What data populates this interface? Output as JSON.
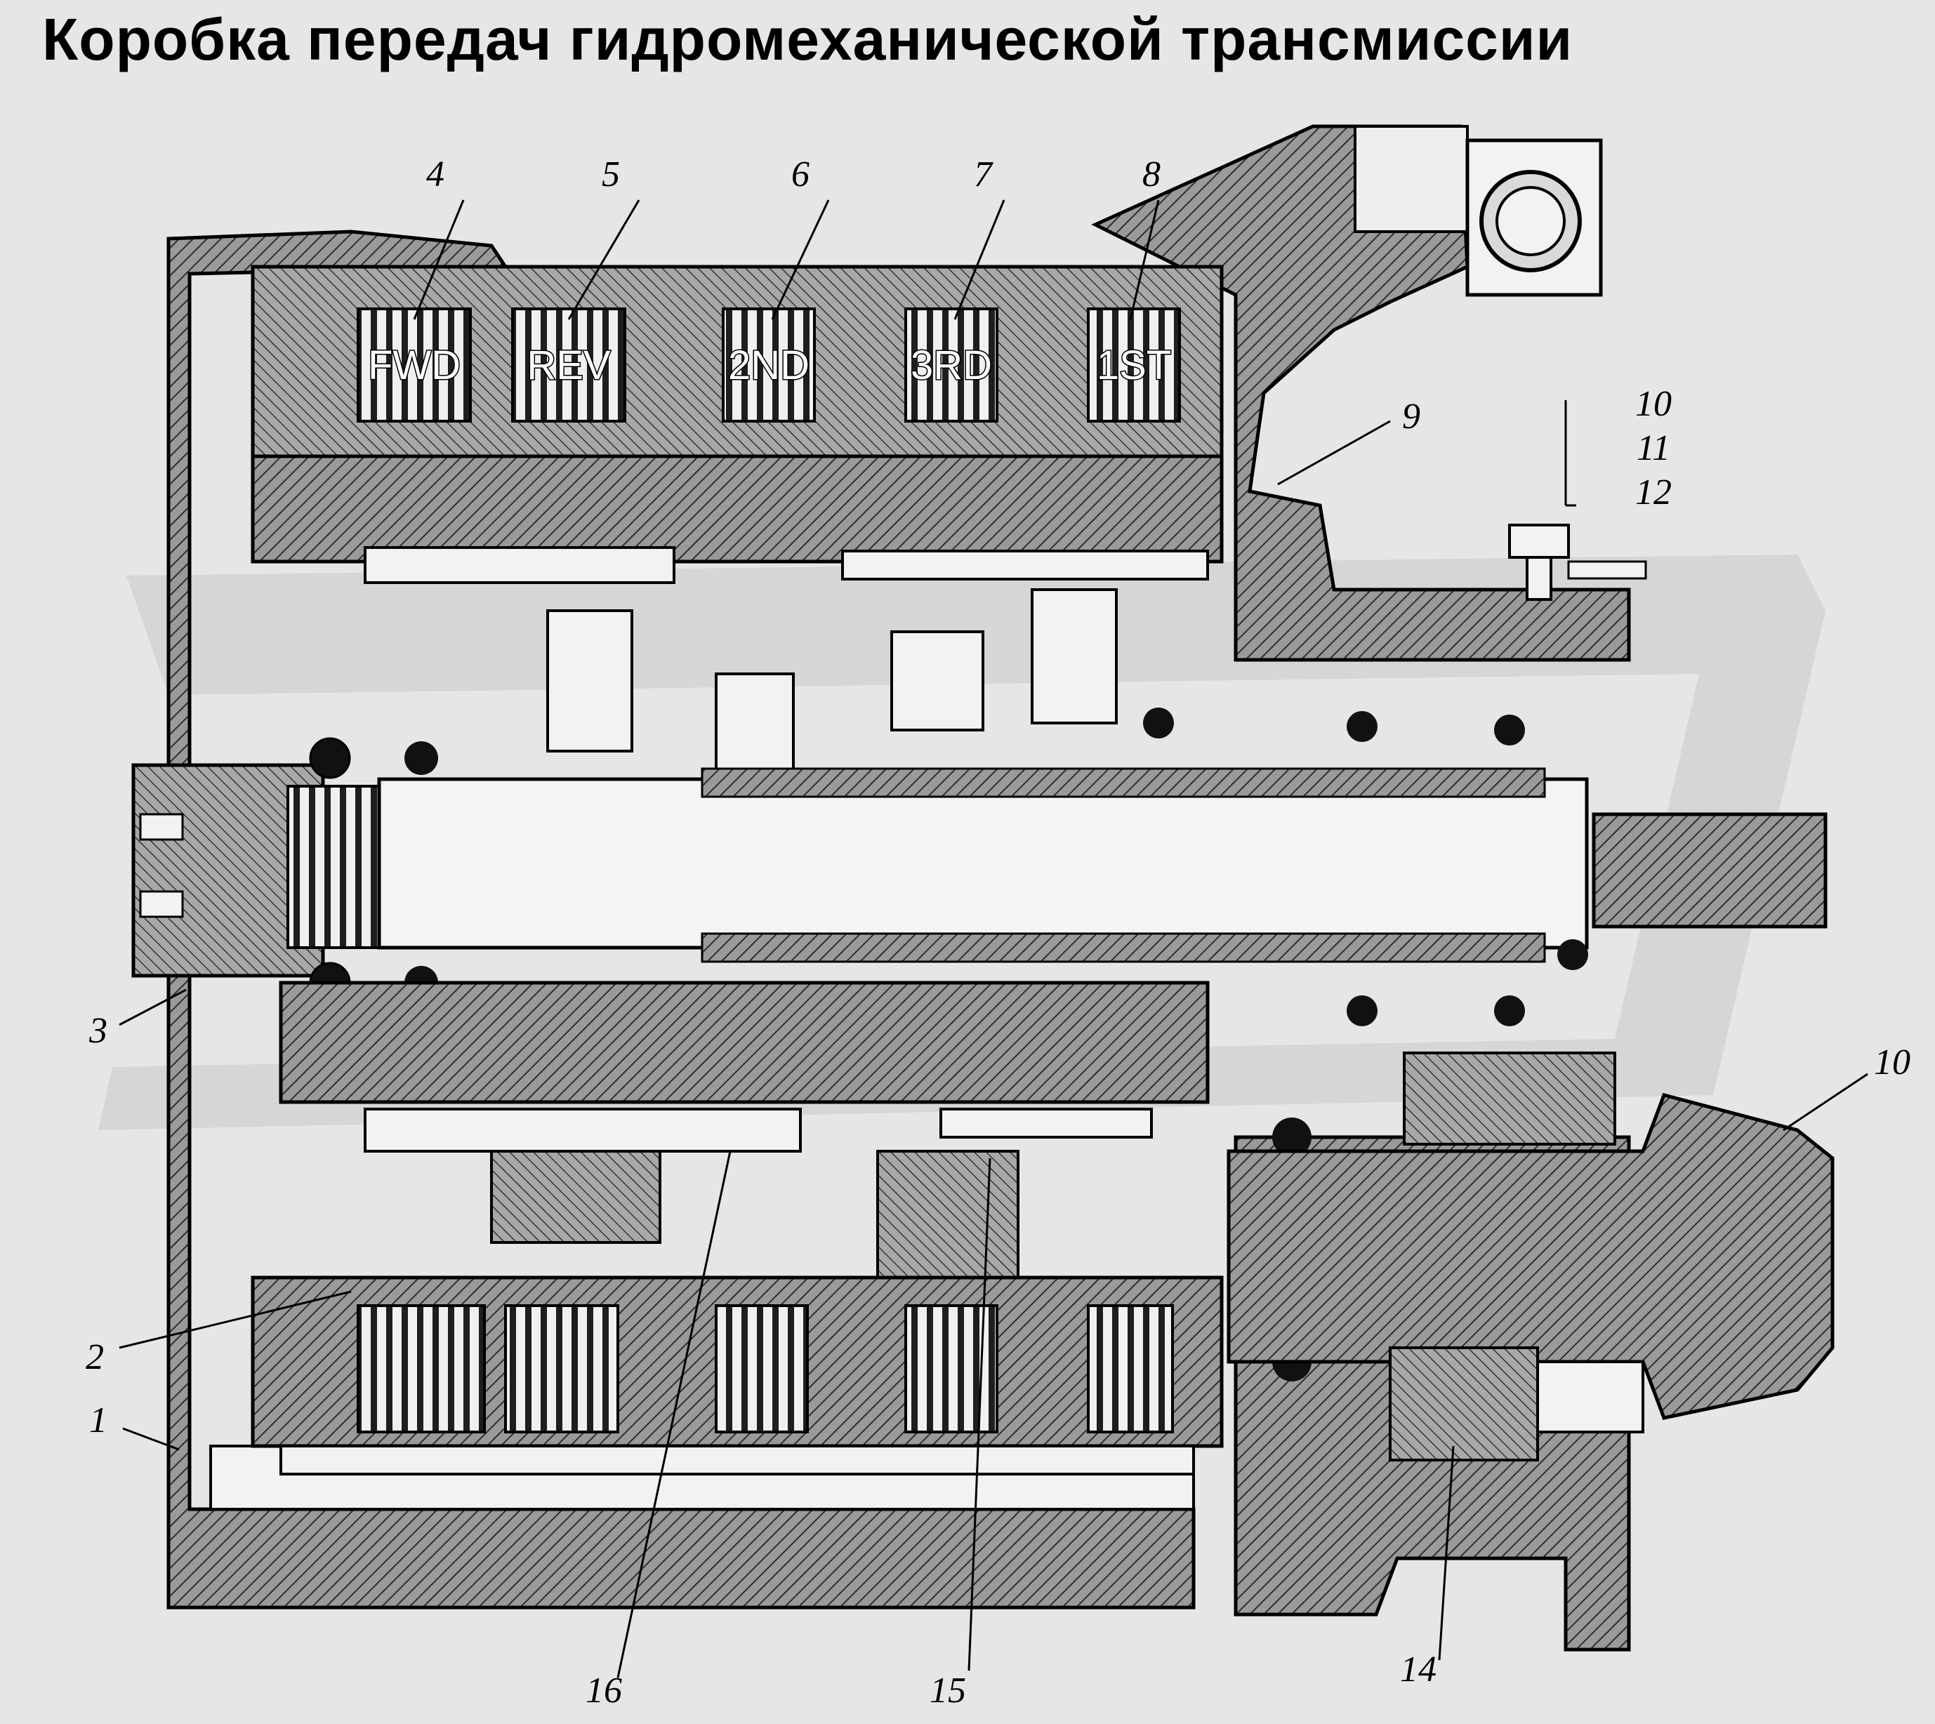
{
  "title": "Коробка передач гидромеханической трансмиссии",
  "clutch_labels": [
    "FWD",
    "REV",
    "2ND",
    "3RD",
    "1ST"
  ],
  "callouts": [
    "1",
    "2",
    "3",
    "4",
    "5",
    "6",
    "7",
    "8",
    "9",
    "10",
    "11",
    "12",
    "10",
    "14",
    "15",
    "16"
  ],
  "colors": {
    "background": "#e6e6e6",
    "metal": "#8f8f8f",
    "dark": "#3a3a3a",
    "light": "#f2f2f2",
    "ink": "#000000",
    "watermark": "#bdbdbd"
  }
}
